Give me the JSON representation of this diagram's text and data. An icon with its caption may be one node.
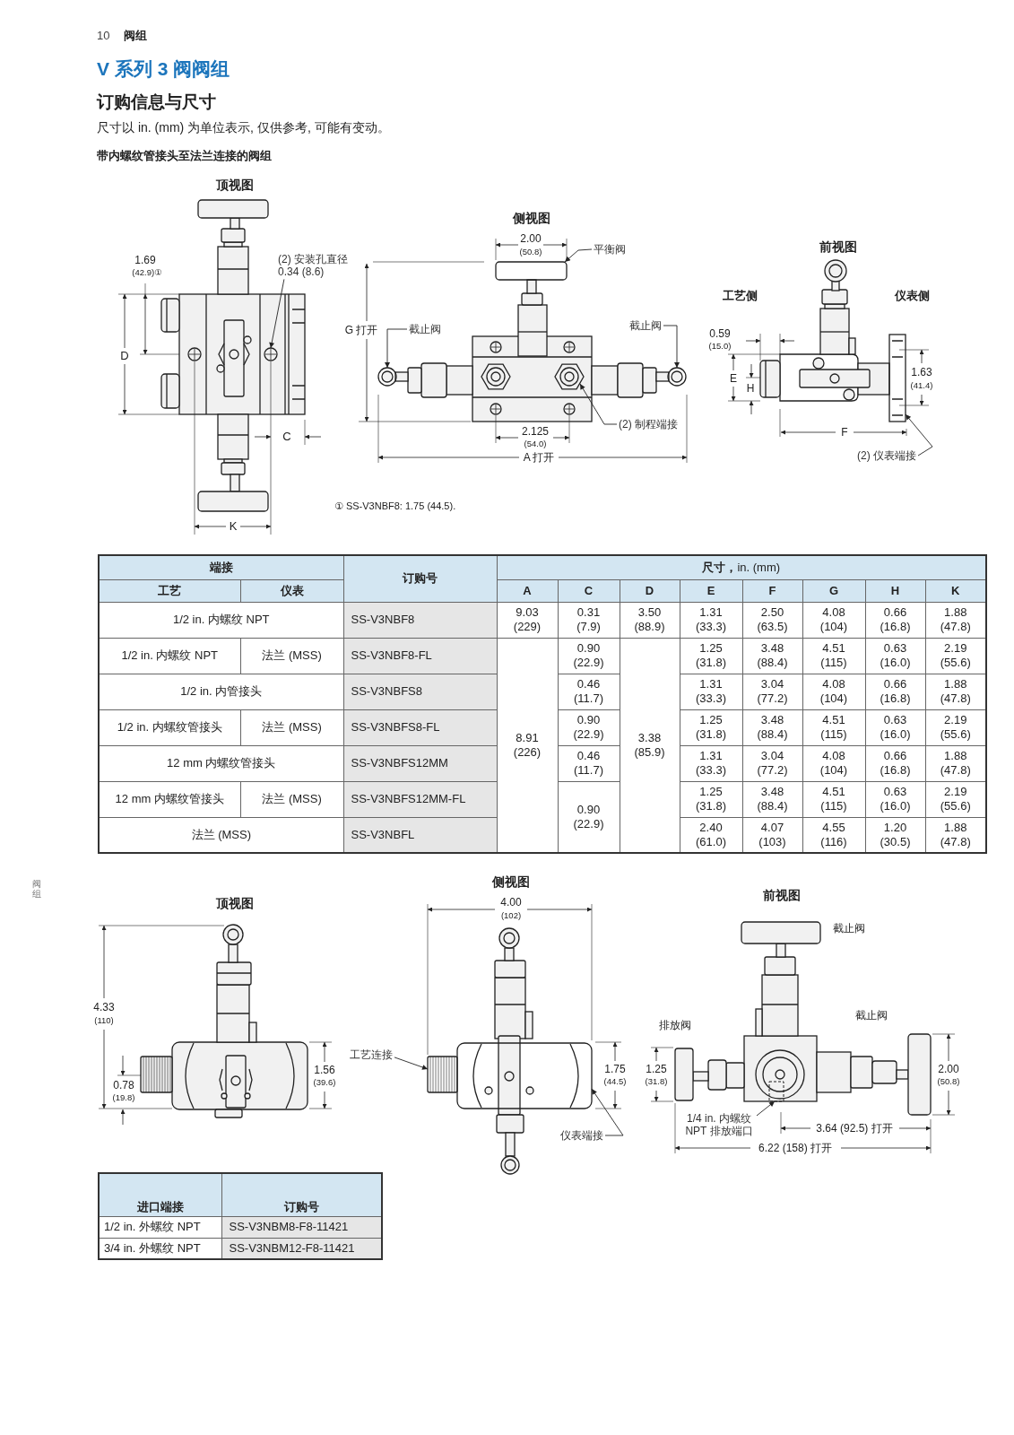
{
  "diagram": {
    "title": "V 系列 3 阀阀组",
    "nodes": [
      {
        "text": [
          "(2) 安装孔直径 0.34 (8.6)"
        ]
      },
      {
        "text": [
          "平衡阀"
        ]
      },
      {
        "text": [
          "截止阀"
        ]
      },
      {
        "text": [
          "截止阀"
        ]
      },
      {
        "text": [
          "(2) 制程端接"
        ]
      },
      {
        "text": [
          "(2) 仪表端接"
        ]
      },
      {
        "text": [
          "工艺连接"
        ]
      },
      {
        "text": [
          "仪表端接"
        ]
      },
      {
        "text": [
          "1/4 in. 内螺纹 NPT 排放端口"
        ]
      },
      {
        "text": [],
        "shape": "circle"
      },
      {
        "text": [],
        "shape": "box"
      },
      {
        "text": [],
        "shape": "circle"
      },
      {
        "text": [],
        "shape": "circle"
      },
      {
        "text": [],
        "shape": "hexagon"
      },
      {
        "text": [],
        "shape": "box"
      },
      {
        "text": [],
        "shape": "box"
      },
      {
        "text": [],
        "shape": "box"
      },
      {
        "text": [],
        "shape": "box"
      }
    ],
    "edges": [
      {
        "from": 0,
        "to": 9,
        "arrow": "to"
      },
      {
        "from": 1,
        "to": 10,
        "arrow": "to"
      },
      {
        "from": 2,
        "to": 11,
        "arrow": "to"
      },
      {
        "from": 3,
        "to": 12,
        "arrow": "to"
      },
      {
        "from": 4,
        "to": 13,
        "arrow": "to"
      },
      {
        "from": 5,
        "to": 14,
        "arrow": "to"
      },
      {
        "from": 6,
        "to": 15,
        "arrow": "to"
      },
      {
        "from": 7,
        "to": 16,
        "arrow": "to"
      },
      {
        "from": 8,
        "to": 17,
        "arrow": "to"
      }
    ],
    "labels": [
      "10",
      "阀组",
      "订购信息与尺寸",
      "尺寸以 in. (mm) 为单位表示, 仅供参考, 可能有变动。",
      "带内螺纹管接头至法兰连接的阀组",
      "顶视图",
      "1.69",
      "(42.9)①",
      "D",
      "C",
      "K",
      "侧视图",
      "2.00",
      "(50.8)",
      "G 打开",
      "2.125",
      "(54.0)",
      "A 打开",
      "① SS-V3NBF8: 1.75 (44.5).",
      "前视图",
      "工艺侧",
      "仪表侧",
      "0.59",
      "(15.0)",
      "E",
      "H",
      "1.63",
      "(41.4)",
      "F",
      "端接",
      "订购号",
      "**尺寸，**in. (mm)",
      "工艺",
      "仪表",
      "A",
      "C",
      "D",
      "E",
      "F",
      "G",
      "H",
      "K",
      "1/2 in. 内螺纹 NPT",
      "SS-V3NBF8",
      "9.03 (229)",
      "0.31 (7.9)",
      "3.50 (88.9)",
      "1.31 (33.3)",
      "2.50 (63.5)",
      "4.08 (104)",
      "0.66 (16.8)",
      "1.88 (47.8)",
      "1/2 in. 内螺纹 NPT",
      "法兰 (MSS)",
      "SS-V3NBF8-FL",
      "8.91 (226)",
      "0.90 (22.9)",
      "3.38 (85.9)",
      "1.25 (31.8)",
      "3.48 (88.4)",
      "4.51 (115)",
      "0.63 (16.0)",
      "2.19 (55.6)",
      "1/2 in. 内管接头",
      "SS-V3NBFS8",
      "0.46 (11.7)",
      "1.31 (33.3)",
      "3.04 (77.2)",
      "4.08 (104)",
      "0.66 (16.8)",
      "1.88 (47.8)",
      "1/2 in. 内螺纹管接头",
      "法兰 (MSS)",
      "SS-V3NBFS8-FL",
      "0.90 (22.9)",
      "1.25 (31.8)",
      "3.48 (88.4)",
      "4.51 (115)",
      "0.63 (16.0)",
      "2.19 (55.6)",
      "12 mm 内螺纹管接头",
      "SS-V3NBFS12MM",
      "0.46 (11.7)",
      "1.31 (33.3)",
      "3.04 (77.2)",
      "4.08 (104)",
      "0.66 (16.8)",
      "1.88 (47.8)",
      "12 mm 内螺纹管接头",
      "法兰 (MSS)",
      "SS-V3NBFS12MM-FL",
      "0.90 (22.9)",
      "1.25 (31.8)",
      "3.48 (88.4)",
      "4.51 (115)",
      "0.63 (16.0)",
      "2.19 (55.6)",
      "法兰 (MSS)",
      "SS-V3NBFL",
      "2.40 (61.0)",
      "4.07 (103)",
      "4.55 (116)",
      "1.20 (30.5)",
      "1.88 (47.8)",
      "阀组",
      "顶视图",
      "4.33",
      "(110)",
      "0.78",
      "(19.8)",
      "1.56",
      "(39.6)",
      "侧视图",
      "4.00",
      "(102)",
      "1.75",
      "(44.5)",
      "前视图",
      "截止阀",
      "排放阀",
      "截止阀",
      "1.25",
      "(31.8)",
      "2.00",
      "(50.8)",
      "3.64 (92.5) 打开",
      "6.22 (158) 打开",
      "进口端接",
      "订购号",
      "1/2 in. 外螺纹 NPT",
      "SS-V3NBM8-F8-11421",
      "3/4 in. 外螺纹 NPT",
      "SS-V3NBM12-F8-11421"
    ]
  }
}
